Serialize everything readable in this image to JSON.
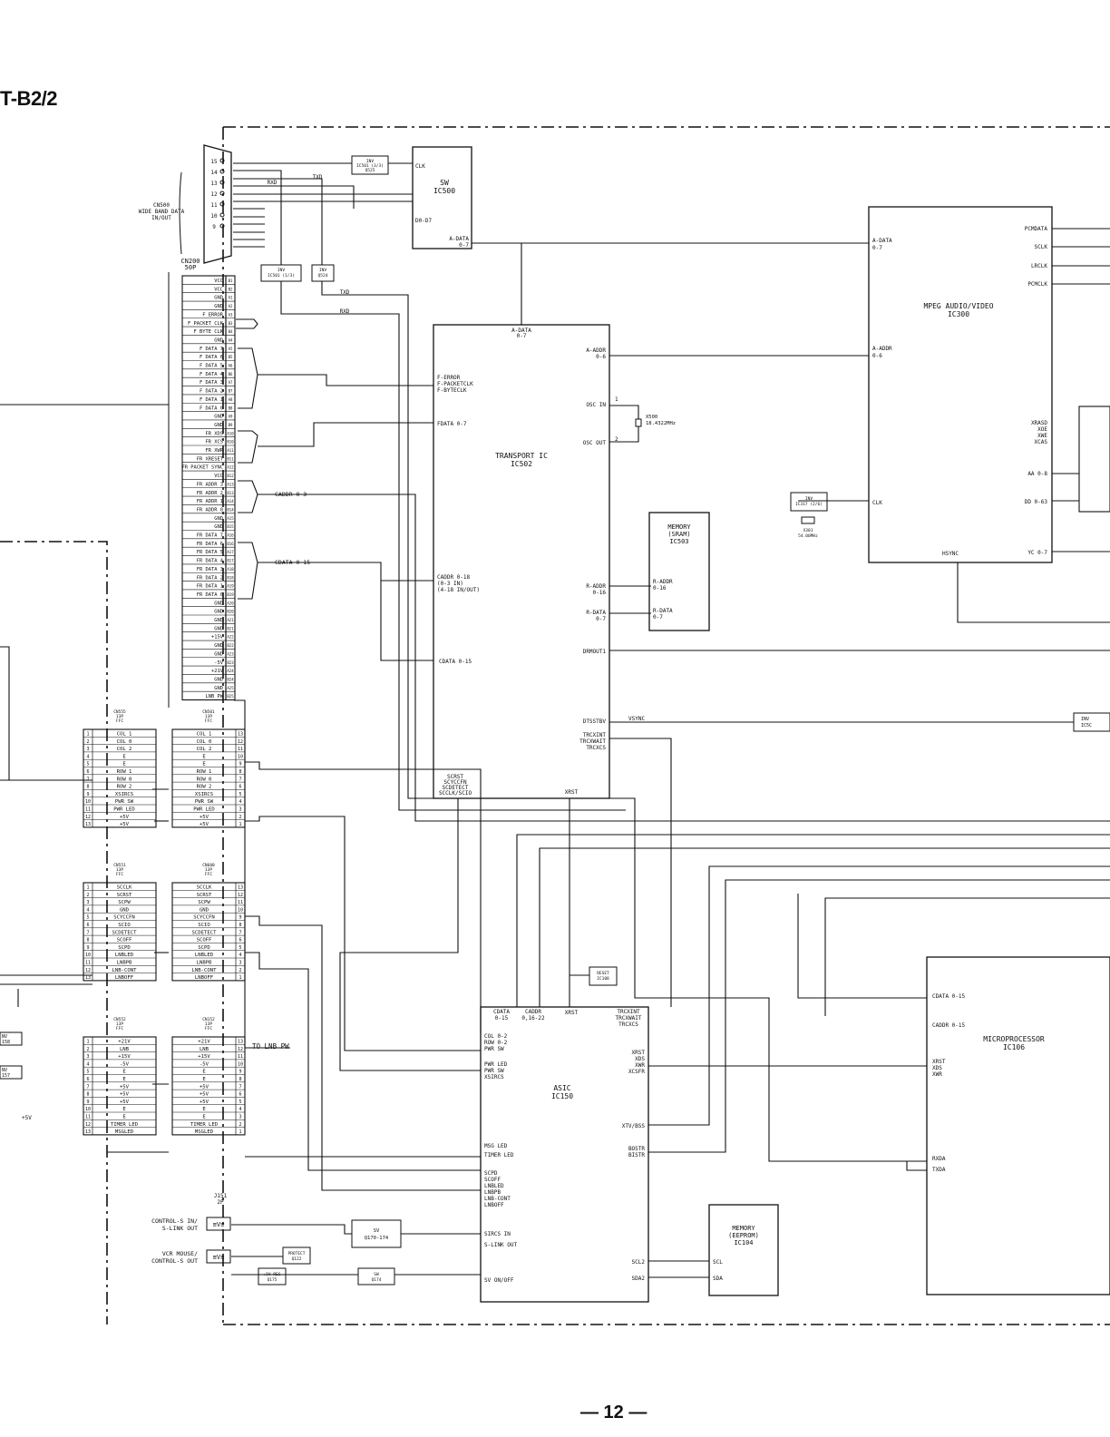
{
  "page": {
    "title": "T-B2/2",
    "number": "— 12 —"
  },
  "chips": {
    "sw500": {
      "lines": [
        "SW",
        "IC500"
      ],
      "pins_left": [
        "CLK",
        "D0-D7"
      ],
      "pins_right": [
        "A-DATA",
        "0-7"
      ]
    },
    "inv_top": {
      "lines": [
        "INV",
        "IC501 (3/3)",
        "Q525"
      ]
    },
    "inv_a": {
      "lines": [
        "INV",
        "IC501 (1/3)"
      ]
    },
    "inv_b": {
      "lines": [
        "INV",
        "Q524"
      ]
    },
    "transport": {
      "lines": [
        "TRANSPORT IC",
        "IC502"
      ],
      "pins_left": [
        "F-ERROR",
        "F-PACKETCLK",
        "F-BYTECLK",
        "FDATA 0-7",
        "CADDR 0-18",
        "(0-3 IN)",
        "(4-18 IN/OUT)",
        "CDATA 0-15"
      ],
      "pins_right": [
        "A-ADDR",
        "0-6",
        "OSC IN",
        "OSC OUT",
        "R-ADDR",
        "0-16",
        "R-DATA",
        "0-7",
        "DRMOUT1",
        "DTSSTBV",
        "TRCXINT",
        "TRCXWAIT",
        "TRCXCS"
      ],
      "pins_top": [
        "A-DATA",
        "0-7"
      ],
      "pins_bottom": [
        "SCRST",
        "SCYCCFN",
        "SCDETECT",
        "SCCLK/SCIO",
        "XRST"
      ]
    },
    "mpeg": {
      "lines": [
        "MPEG AUDIO/VIDEO",
        "IC300"
      ],
      "pins_left": [
        "A-DATA",
        "0-7",
        "A-ADDR",
        "0-6",
        "CLK"
      ],
      "pins_right": [
        "PCMDATA",
        "SCLK",
        "LRCLK",
        "PCMCLK",
        "XRASD",
        "XOE",
        "XWE",
        "XCAS",
        "AA 0-8",
        "DD 0-63",
        "YC 0-7"
      ],
      "pins_bottom": [
        "HSYNC"
      ]
    },
    "sram": {
      "lines": [
        "MEMORY",
        "(SRAM)",
        "IC503"
      ],
      "pins": [
        "R-ADDR",
        "0-16",
        "R-DATA",
        "0-7"
      ]
    },
    "xtal1": {
      "lines": [
        "X500",
        "18.4322MHz"
      ]
    },
    "inv_c": {
      "lines": [
        "INV",
        "IC317 (2/6)"
      ]
    },
    "xtal2": {
      "lines": [
        "X301",
        "54.00MHz"
      ]
    },
    "reset": {
      "lines": [
        "RESET",
        "IC108"
      ]
    },
    "asic": {
      "lines": [
        "ASIC",
        "IC150"
      ],
      "pins_top": [
        "CDATA",
        "0-15",
        "CADDR",
        "0,16-22",
        "XRST",
        "TRCXINT",
        "TRCXWAIT",
        "TRCXCS"
      ],
      "pins_left": [
        "COL 0-2",
        "ROW 0-2",
        "PWR SW",
        "PWR LED",
        "PWR SW",
        "XSIRCS",
        "MSG LED",
        "TIMER LED",
        "SCPD",
        "SCOFF",
        "LNBLED",
        "LNBPB",
        "LNB-CONT",
        "LNBOFF",
        "SIRCS IN",
        "S-LINK OUT",
        "SV ON/OFF"
      ],
      "pins_right": [
        "XRST",
        "XDS",
        "XWR",
        "XCSFR",
        "XTV/BSS",
        "BOSTR",
        "BISTR",
        "SCL2",
        "SDA2"
      ]
    },
    "eeprom": {
      "lines": [
        "MEMORY",
        "(EEPROM)",
        "IC104"
      ],
      "pins": [
        "SCL",
        "SDA"
      ]
    },
    "micro": {
      "lines": [
        "MICROPROCESSOR",
        "IC106"
      ],
      "pins": [
        "CDATA 0-15",
        "CADDR 0-15",
        "XRST",
        "XDS",
        "XWR",
        "RXDA",
        "TXDA"
      ]
    },
    "sw_q170": {
      "lines": [
        "SV",
        "Q170-174"
      ]
    },
    "protect": {
      "lines": [
        "PROTECT",
        "Q122"
      ]
    },
    "inv_d": {
      "lines": [
        "+5V REG",
        "Q175"
      ]
    },
    "sw_q174": {
      "lines": [
        "SW",
        "Q174"
      ]
    },
    "inv_e": {
      "lines": [
        "INV",
        "IC5C"
      ]
    },
    "inv_left1": {
      "lines": [
        "NV",
        "158"
      ]
    },
    "inv_left2": {
      "lines": [
        "NV",
        "157"
      ]
    }
  },
  "connectors": {
    "cn500": {
      "lines": [
        "CN500",
        "WIDE BAND DATA",
        "IN/OUT"
      ],
      "pins": [
        "15",
        "14",
        "13",
        "12",
        "11",
        "10",
        "9"
      ]
    },
    "cn200": {
      "lines": [
        "CN200",
        "50P"
      ],
      "rows": [
        "VCC",
        "VCC",
        "GND",
        "GND",
        "F ERROR",
        "F PACKET CLK",
        "F BYTE CLK",
        "GND",
        "F DATA 7",
        "F DATA 6",
        "F DATA 5",
        "F DATA 4",
        "F DATA 3",
        "F DATA 2",
        "F DATA 1",
        "F DATA 0",
        "GND",
        "GND",
        "FR XDS",
        "FR XCS",
        "FR XWR",
        "FR XRESET",
        "FR PACKET SYNC",
        "VCC",
        "FR ADDR 3",
        "FR ADDR 2",
        "FR ADDR 1",
        "FR ADDR 0",
        "GND",
        "GND",
        "FR DATA 7",
        "FR DATA 6",
        "FR DATA 5",
        "FR DATA 4",
        "FR DATA 3",
        "FR DATA 2",
        "FR DATA 1",
        "FR DATA 0",
        "GND",
        "GND",
        "GND",
        "GND",
        "+15V",
        "GND",
        "GND",
        "-5V",
        "+21V",
        "GND",
        "GND",
        "LNB PW"
      ],
      "pins": [
        "B1",
        "B2",
        "A1",
        "A2",
        "A3",
        "B3",
        "B4",
        "A4",
        "A5",
        "B5",
        "A6",
        "B6",
        "A7",
        "B7",
        "A8",
        "B8",
        "A9",
        "B9",
        "A10",
        "B10",
        "A11",
        "B11",
        "A12",
        "B12",
        "A13",
        "B13",
        "A14",
        "B14",
        "A15",
        "B15",
        "A16",
        "B16",
        "A17",
        "B17",
        "A18",
        "B18",
        "A19",
        "B19",
        "A20",
        "B20",
        "A21",
        "B21",
        "A22",
        "B22",
        "A23",
        "B23",
        "A24",
        "B24",
        "A25",
        "B25"
      ]
    },
    "cn555": {
      "lines": [
        "CN555",
        "13P",
        "FFC"
      ],
      "rows": [
        "COL 1",
        "COL 0",
        "COL 2",
        "E",
        "E",
        "ROW 1",
        "ROW 0",
        "ROW 2",
        "XSIRCS",
        "PWR SW",
        "PWR LED",
        "+5V",
        "+5V"
      ],
      "nums": [
        "1",
        "2",
        "3",
        "4",
        "5",
        "6",
        "7",
        "8",
        "9",
        "10",
        "11",
        "12",
        "13"
      ]
    },
    "cn501": {
      "lines": [
        "CN501",
        "13P",
        "FFC"
      ],
      "rows": [
        "COL 1",
        "COL 0",
        "COL 2",
        "E",
        "E",
        "ROW 1",
        "ROW 0",
        "ROW 2",
        "XSIRCS",
        "PWR SW",
        "PWR LED",
        "+5V",
        "+5V"
      ],
      "nums": [
        "13",
        "12",
        "11",
        "10",
        "9",
        "8",
        "7",
        "6",
        "5",
        "4",
        "3",
        "2",
        "1"
      ]
    },
    "cn551": {
      "lines": [
        "CN551",
        "13P",
        "FFC"
      ],
      "rows": [
        "SCCLK",
        "SCRST",
        "SCPW",
        "GND",
        "SCYCCFN",
        "SCIO",
        "SCDETECT",
        "SCOFF",
        "SCPD",
        "LNBLED",
        "LNBPB",
        "LNB-CONT",
        "LNBOFF"
      ],
      "nums": [
        "1",
        "2",
        "3",
        "4",
        "5",
        "6",
        "7",
        "8",
        "9",
        "10",
        "11",
        "12",
        "13"
      ]
    },
    "cn600": {
      "lines": [
        "CN600",
        "13P",
        "FFC"
      ],
      "rows": [
        "SCCLK",
        "SCRST",
        "SCPW",
        "GND",
        "SCYCCFN",
        "SCIO",
        "SCDETECT",
        "SCOFF",
        "SCPD",
        "LNBLED",
        "LNBPB",
        "LNB-CONT",
        "LNBOFF"
      ],
      "nums": [
        "13",
        "12",
        "11",
        "10",
        "9",
        "8",
        "7",
        "6",
        "5",
        "4",
        "3",
        "2",
        "1"
      ]
    },
    "cn552": {
      "lines": [
        "CN552",
        "13P",
        "FFC"
      ],
      "rows": [
        "+21V",
        "LNB",
        "+15V",
        "-5V",
        "E",
        "E",
        "+5V",
        "+5V",
        "+5V",
        "E",
        "E",
        "TIMER LED",
        "MSGLED"
      ],
      "nums": [
        "1",
        "2",
        "3",
        "4",
        "5",
        "6",
        "7",
        "8",
        "9",
        "10",
        "11",
        "12",
        "13"
      ]
    },
    "cn152": {
      "lines": [
        "CN152",
        "13P",
        "FFC"
      ],
      "rows": [
        "+21V",
        "LNB",
        "+15V",
        "-5V",
        "E",
        "E",
        "+5V",
        "+5V",
        "+5V",
        "E",
        "E",
        "TIMER LED",
        "MSGLED"
      ],
      "nums": [
        "13",
        "12",
        "11",
        "10",
        "9",
        "8",
        "7",
        "6",
        "5",
        "4",
        "3",
        "2",
        "1"
      ]
    },
    "j151": {
      "lines": [
        "J151",
        "2P"
      ],
      "pins": [
        "≡V≡",
        "≡V≡"
      ]
    }
  },
  "labels": {
    "txd1": "TXD",
    "rxd1": "RXD",
    "txd2": "TXD",
    "rxd2": "RXD",
    "caddr": "CADDR 0-3",
    "cdata": "CDATA 0-15",
    "vsync": "VSYNC",
    "to_lnb": "TO LNB PW",
    "control_s": [
      "CONTROL-S IN/",
      "S-LINK OUT"
    ],
    "vcr_mouse": [
      "VCR MOUSE/",
      "CONTROL-S OUT"
    ],
    "plus5v": "+5V",
    "osc1": "1",
    "osc2": "2"
  }
}
